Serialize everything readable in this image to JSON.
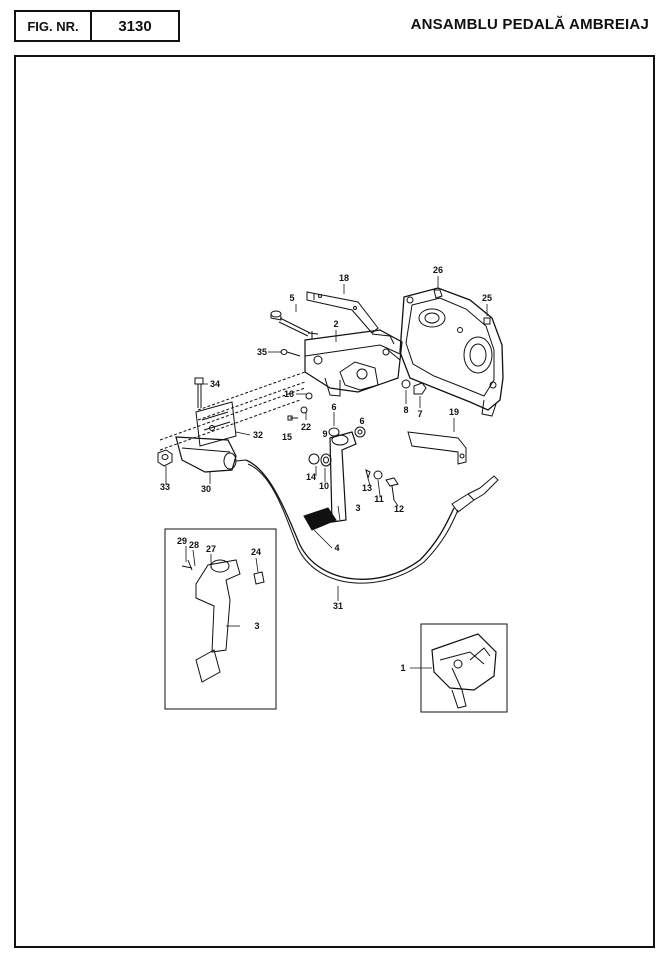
{
  "header": {
    "fig_label": "FIG. NR.",
    "fig_number": "3130",
    "title": "ANSAMBLU PEDALĂ AMBREIAJ"
  },
  "callouts": {
    "c1": "1",
    "c2": "2",
    "c3a": "3",
    "c3b": "3",
    "c4": "4",
    "c5": "5",
    "c6a": "6",
    "c6b": "6",
    "c7": "7",
    "c8": "8",
    "c9": "9",
    "c10": "10",
    "c11": "11",
    "c12": "12",
    "c13": "13",
    "c14": "14",
    "c15": "15",
    "c16": "16",
    "c18": "18",
    "c19": "19",
    "c22": "22",
    "c24": "24",
    "c25": "25",
    "c26": "26",
    "c27": "27",
    "c28": "28",
    "c29": "29",
    "c30": "30",
    "c31": "31",
    "c32": "32",
    "c33": "33",
    "c34": "34",
    "c35": "35"
  }
}
